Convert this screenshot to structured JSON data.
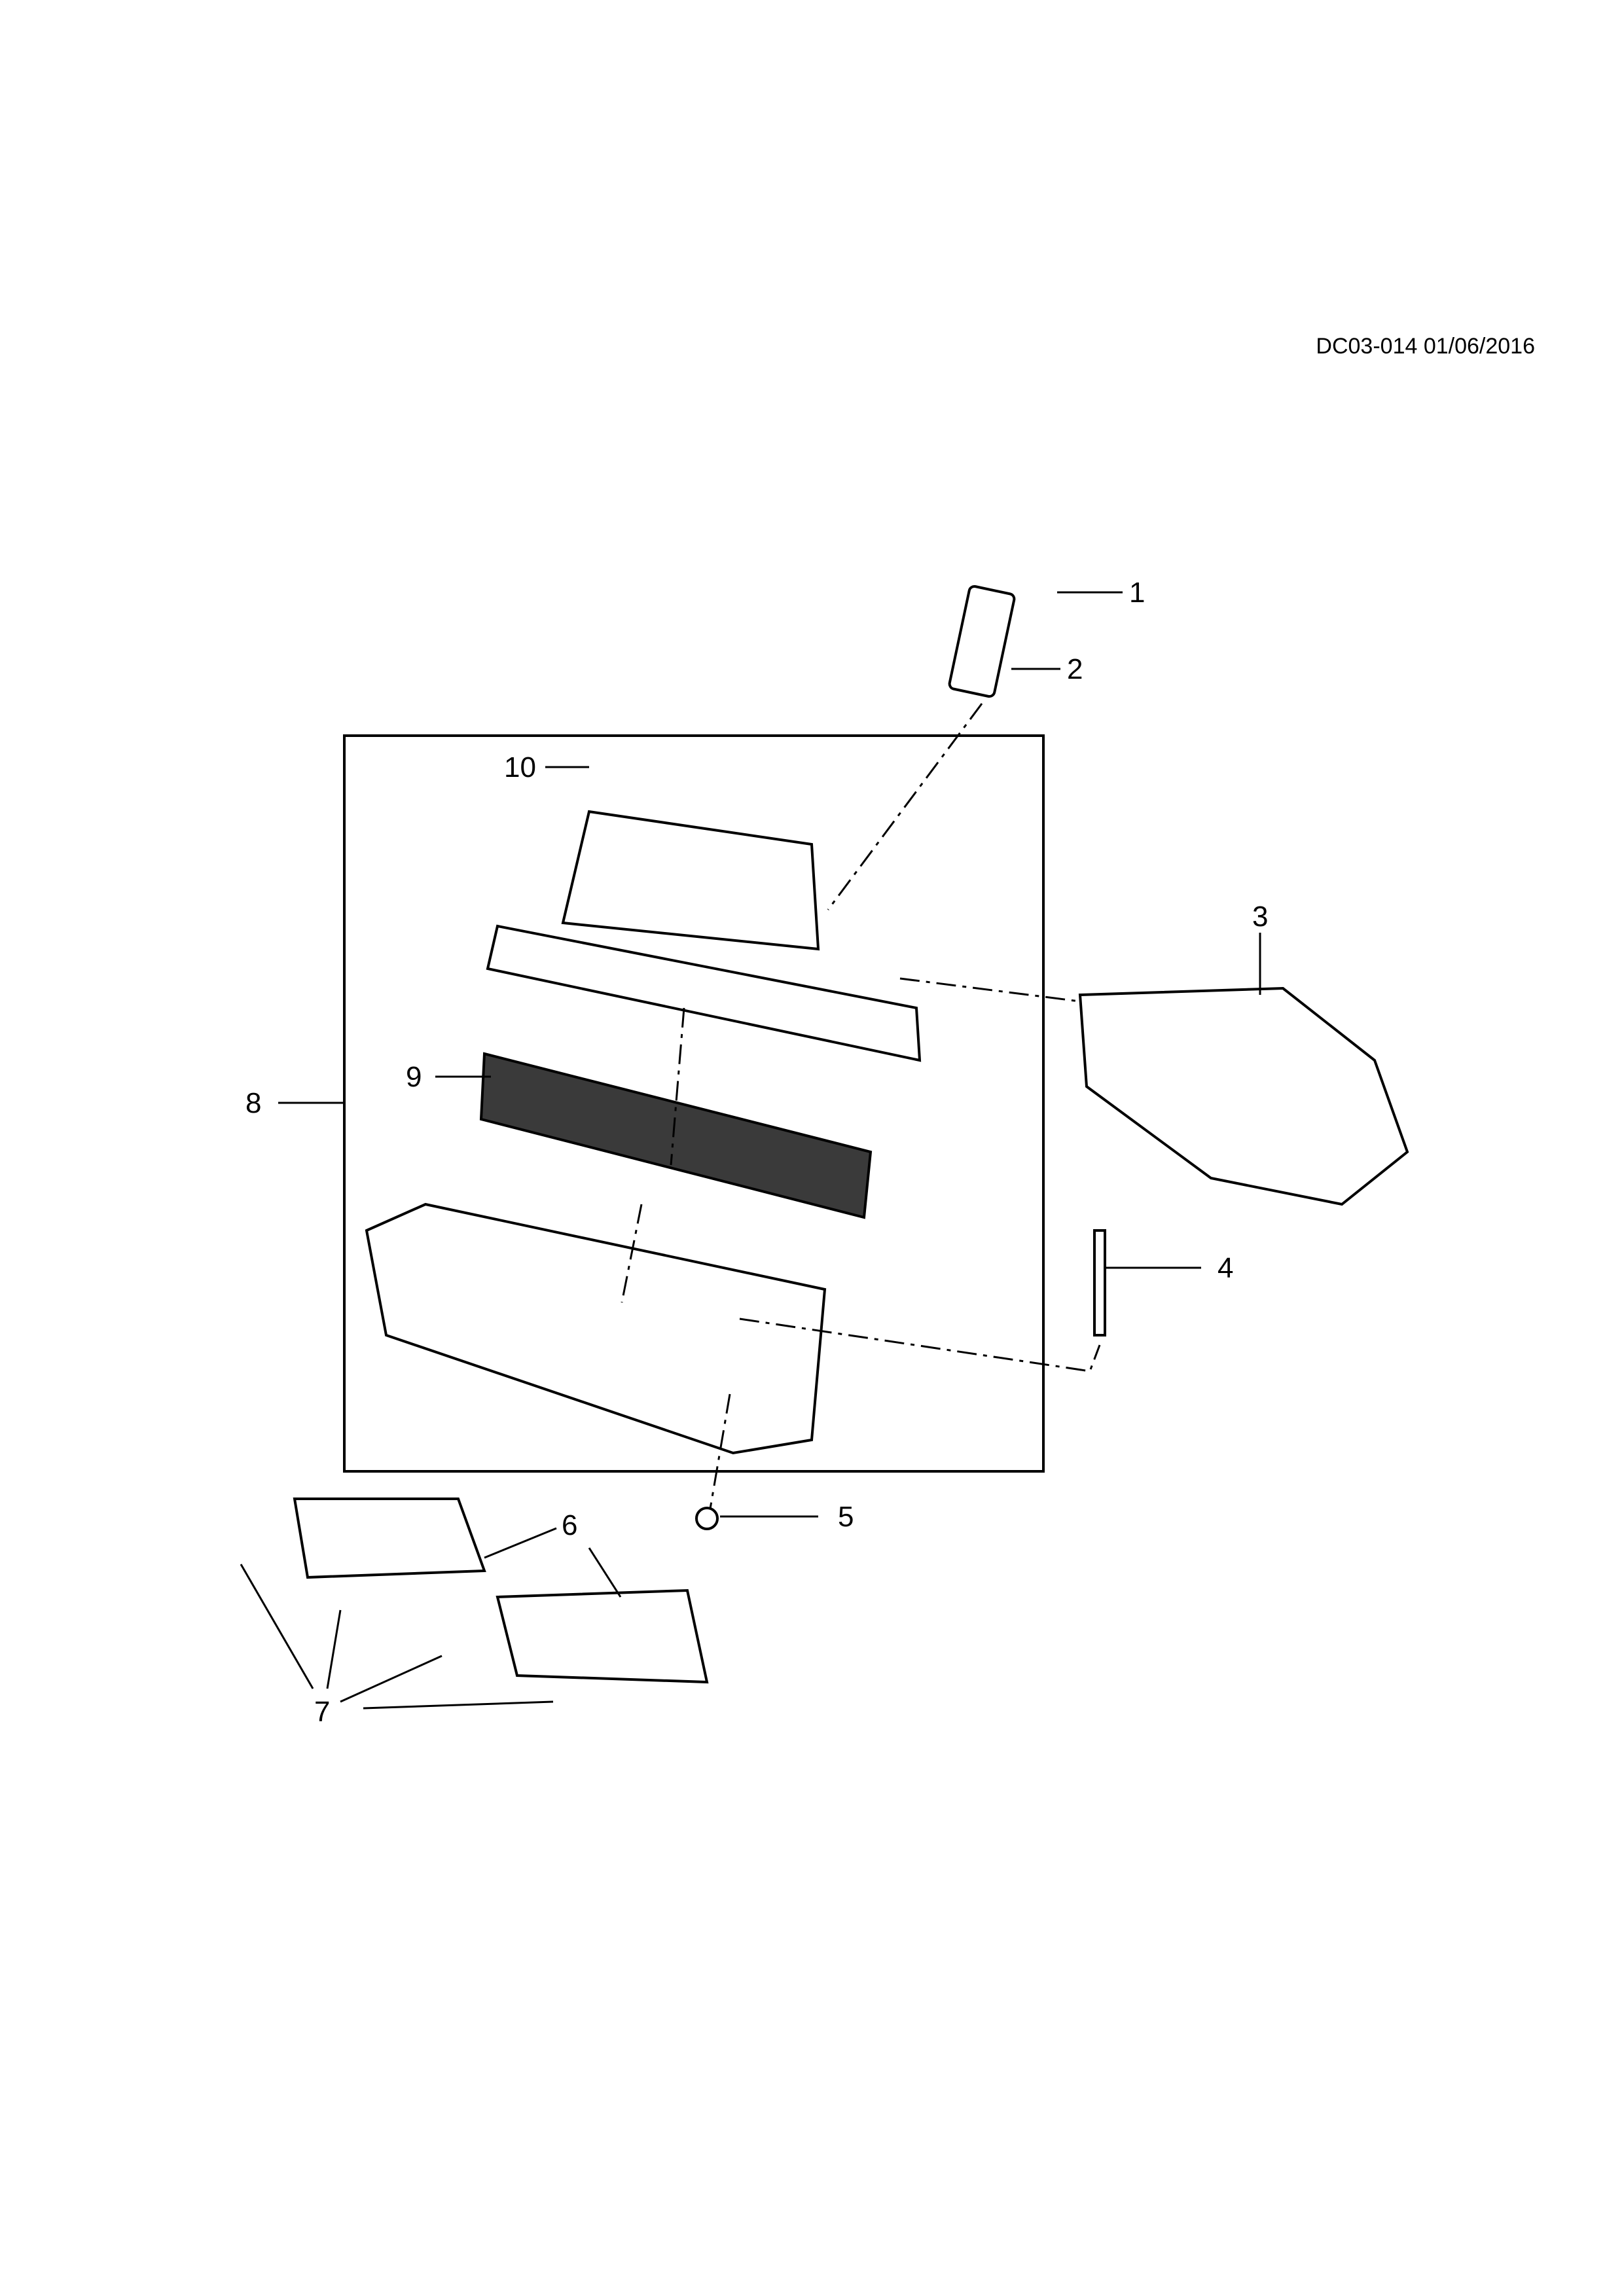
{
  "drawing_ref": "DC03-014 01/06/2016",
  "callouts": [
    "1",
    "2",
    "3",
    "4",
    "5",
    "6",
    "7",
    "8",
    "9",
    "10"
  ]
}
